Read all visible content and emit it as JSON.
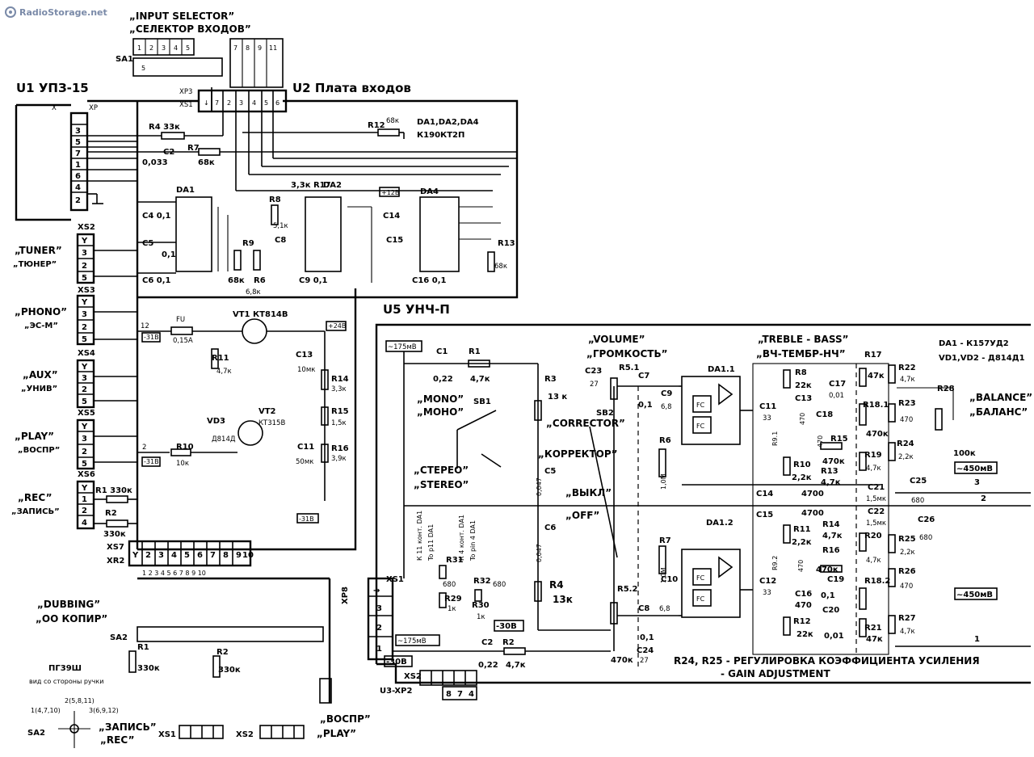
{
  "watermark": "RadioStorage.net",
  "header": {
    "input_selector_en": "„INPUT SELECTOR”",
    "input_selector_ru": "„СЕЛЕКТОР ВХОДОВ”",
    "sa1": "SA1"
  },
  "blocks": {
    "u1": "U1 УПЗ-15",
    "u2": "U2 Плата входов",
    "u5": "U5 УНЧ-П",
    "u3xp2": "U3-XP2"
  },
  "inputs": [
    {
      "en": "„TUNER”",
      "ru": "„ТЮНЕР”",
      "conn": "XS2"
    },
    {
      "en": "„PHONO”",
      "ru": "„ЭС-М”",
      "conn": "XS3"
    },
    {
      "en": "„AUX”",
      "ru": "„УНИВ”",
      "conn": "XS4"
    },
    {
      "en": "„PLAY”",
      "ru": "„ВОСПР”",
      "conn": "XS5"
    },
    {
      "en": "„REC”",
      "ru": "„ЗАПИСЬ”",
      "conn": "XS6"
    }
  ],
  "ic_note": [
    "DA1,DA2,DA4",
    "К190КТ2П"
  ],
  "u5_note": [
    "DA1 - К157УД2",
    "VD1,VD2 - Д814Д1"
  ],
  "components": {
    "r4": "R4 33к",
    "c2": "C2",
    "c2v": "0,033",
    "r7": "R7",
    "r7v": "68к",
    "r12": "R12",
    "r12v": "68к",
    "da1": "DA1",
    "da2": "DA2",
    "da4": "DA4",
    "c4": "C4 0,1",
    "c5": "C5",
    "c5v": "0,1",
    "c6": "C6 0,1",
    "r8": "R8",
    "r8v": "5,1к",
    "r17": "3,3к R17",
    "c8": "C8",
    "r9": "R9",
    "r9v": "68к",
    "r6": "R6",
    "r6v": "6,8к",
    "c9": "C9 0,1",
    "c14": "C14",
    "c15": "C15",
    "c16": "C16 0,1",
    "r13": "R13",
    "r13v": "68к",
    "v12": "+12В",
    "fu": "FU",
    "fuv": "0,15А",
    "vt1": "VT1 КТ814В",
    "r11": "R11",
    "r11v": "4,7к",
    "c13": "C13",
    "c13v": "10мк",
    "r14": "R14",
    "r14v": "3,3к",
    "r15": "R15",
    "r15v": "1,5к",
    "r16": "R16",
    "r16v": "3,9к",
    "vd3": "VD3",
    "vd3v": "Д814Д",
    "vt2": "VT2",
    "vt2v": "КТ315В",
    "r10": "R10",
    "r10v": "10к",
    "c11": "C11",
    "c11v": "50мк",
    "v31a": "-31В",
    "v31b": "-31В",
    "v31c": "-31В",
    "v24": "+24В",
    "r1_330": "R1 330к",
    "r2_330": "R2",
    "r2v": "330к",
    "xs7": "XS7",
    "xr2": "XR2",
    "xp8": "XP8",
    "xs1": "XS1",
    "xs2": "XS2",
    "xp": "XP",
    "x": "X",
    "xp3": "XP3",
    "xs1top": "XS1"
  },
  "dubbing": {
    "en": "„DUBBING”",
    "ru": "„ОО КОПИР”",
    "sa2": "SA2",
    "r1": "R1",
    "r1v": "330к",
    "r2": "R2",
    "r2v": "330к"
  },
  "switch_info": {
    "name": "ПГ39Ш",
    "note": "вид со стороны ручки",
    "sa2": "SA2",
    "pos1": "1(4,7,10)",
    "pos2": "2(5,8,11)",
    "pos3": "3(6,9,12)"
  },
  "bottom_labels": {
    "rec_ru": "„ЗАПИСЬ”",
    "rec_en": "„REC”",
    "play_ru": "„ВОСПР”",
    "play_en": "„PLAY”",
    "xs1": "XS1",
    "xs2": "XS2"
  },
  "u5": {
    "v175a": "~175мВ",
    "v175b": "~175мВ",
    "v308a": "-30В",
    "v308b": "-30В",
    "c1": "C1",
    "c1v": "0,22",
    "r1": "R1",
    "r1v": "4,7к",
    "mono_en": "„MONO”",
    "mono_ru": "„МОНО”",
    "stereo_ru": "„СТЕРЕО”",
    "stereo_en": "„STEREO”",
    "sb1": "SB1",
    "sb2": "SB2",
    "corrector_en": "„CORRECTOR”",
    "corrector_ru": "„КОРРЕКТОР”",
    "off_ru": "„ВЫКЛ”",
    "off_en": "„OFF”",
    "volume_en": "„VOLUME”",
    "volume_ru": "„ГРОМКОСТЬ”",
    "c23": "C23",
    "c23v": "27",
    "r51": "R5.1",
    "r3": "R3",
    "r3v": "13 к",
    "c7": "C7",
    "c7v": "0,1",
    "c5": "C5",
    "c5v": "0,047",
    "c6": "C6",
    "c6v": "0,047",
    "r4": "R4",
    "r4v": "13к",
    "r52": "R5.2",
    "r52v": "470к",
    "c8": "C8",
    "c8v": "0,1",
    "c24": "C24",
    "c24v": "27",
    "c2": "C2",
    "c2v": "0,22",
    "r2": "R2",
    "r2v": "4,7к",
    "r31": "R31",
    "r31v": "680",
    "r29": "R29",
    "r29v": "1к",
    "r32": "R32",
    "r32v": "680",
    "r30": "R30",
    "r30v": "1к",
    "note_k11": "К 11 конт. DA1",
    "note_to11": "To p11 DA1",
    "note_k4": "К 4 конт. DA1",
    "note_to4": "To pin 4 DA1",
    "c9": "C9",
    "c9v": "6,8",
    "r6": "R6",
    "r6v": "1,0М",
    "c10": "C10",
    "c10v": "6,8",
    "r7": "R7",
    "r7v": "1,0М",
    "da11": "DA1.1",
    "da12": "DA1.2",
    "fc": "FC",
    "treble_en": "„TREBLE - BASS”",
    "treble_ru": "„ВЧ-ТЕМБР-НЧ”",
    "c11": "C11",
    "c11v": "33",
    "c12": "C12",
    "c12v": "33",
    "r91": "R9.1",
    "r92": "R9.2",
    "r8": "R8",
    "r8v": "22к",
    "c13": "C13",
    "c13v": "470",
    "c17": "C17",
    "c17v": "0,01",
    "c18": "C18",
    "c18v": "470",
    "r10": "R10",
    "r10v": "2,2к",
    "r13": "R13",
    "r13v": "4,7к",
    "r15": "R15",
    "r15v": "470к",
    "r181": "R18.1",
    "r181v": "470к",
    "r182": "R18.2",
    "r19": "R19",
    "r19v": "4,7к",
    "c21": "C21",
    "c21v": "1,5мк",
    "c14": "C14",
    "c14v": "4700",
    "c15": "C15",
    "c15v": "4700",
    "r11": "R11",
    "r11v": "2,2к",
    "r14": "R14",
    "r14v": "4,7к",
    "r16": "R16",
    "r16v": "470к",
    "c16": "C16",
    "c16v": "470",
    "c19": "C19",
    "c19v": "0,1",
    "c20": "C20",
    "c20v": "0,01",
    "r12": "R12",
    "r12v": "22к",
    "r20": "R20",
    "r20v": "4,7к",
    "c22": "C22",
    "c22v": "1,5мк",
    "r17": "R17",
    "r17v": "47к",
    "r21": "R21",
    "r21v": "47к",
    "r22": "R22",
    "r22v": "4,7к",
    "r23": "R23",
    "r23v": "470",
    "r24": "R24",
    "r24v": "2,2к",
    "r25": "R25",
    "r25v": "2,2к",
    "r26": "R26",
    "r26v": "470",
    "r27": "R27",
    "r27v": "4,7к",
    "c25": "C25",
    "c25v": "680",
    "c26": "C26",
    "c26v": "680",
    "r28": "R28",
    "r28v": "100к",
    "balance_en": "„BALANCE”",
    "balance_ru": "„БАЛАНС”",
    "v450a": "~450мВ",
    "v450b": "~450мВ",
    "gain_ru": "R24, R25 - РЕГУЛИРОВКА КОЭФФИЦИЕНТА УСИЛЕНИЯ",
    "gain_en": "- GAIN ADJUSTMENT",
    "xs1": "XS1",
    "xs2": "XS2"
  }
}
